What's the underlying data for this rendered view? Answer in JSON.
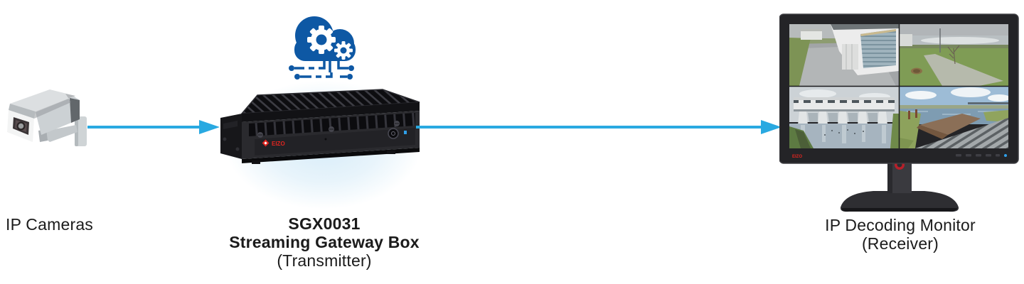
{
  "colors": {
    "arrow": "#29A9E1",
    "cloud": "#0E58A4",
    "glow": "#D7ECF9",
    "brand_red": "#E0251F",
    "led_blue": "#2F9FE8",
    "text": "#1B1B1B"
  },
  "diagram": {
    "nodes": {
      "camera": {
        "icon": "cctv-camera-icon",
        "label": "IP Cameras"
      },
      "gateway": {
        "icon": "cloud-gears-icon",
        "device": "streaming-gateway-box-device",
        "brand": "EIZO",
        "model": "SGX0031",
        "name": "Streaming Gateway Box",
        "role": "(Transmitter)"
      },
      "monitor": {
        "icon": "quad-view-monitor",
        "brand": "EIZO",
        "screen_layout": "2x2 surveillance quad view",
        "label": "IP Decoding Monitor",
        "role": "(Receiver)"
      }
    },
    "connections": [
      {
        "from": "camera",
        "to": "gateway",
        "type": "arrow-right"
      },
      {
        "from": "gateway",
        "to": "monitor",
        "type": "arrow-right"
      }
    ]
  }
}
